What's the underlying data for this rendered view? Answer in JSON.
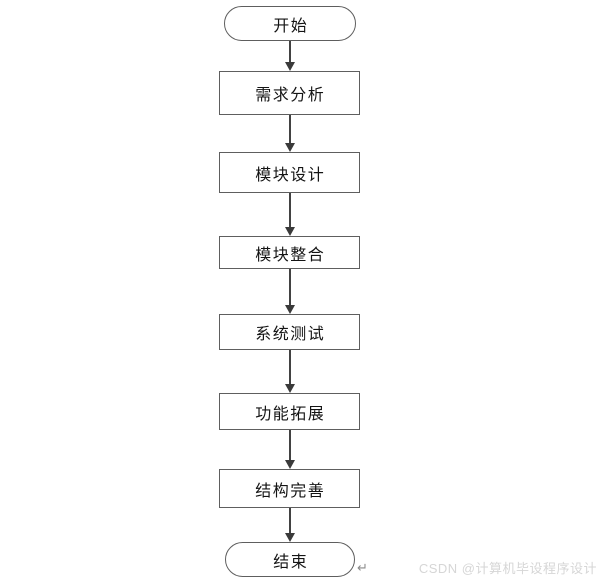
{
  "flowchart": {
    "title": "development-process-flowchart",
    "nodes": [
      {
        "id": "start",
        "type": "terminator",
        "label": "开始"
      },
      {
        "id": "requirements-analysis",
        "type": "process",
        "label": "需求分析"
      },
      {
        "id": "module-design",
        "type": "process",
        "label": "模块设计"
      },
      {
        "id": "module-integration",
        "type": "process",
        "label": "模块整合"
      },
      {
        "id": "system-testing",
        "type": "process",
        "label": "系统测试"
      },
      {
        "id": "feature-expansion",
        "type": "process",
        "label": "功能拓展"
      },
      {
        "id": "structure-refinement",
        "type": "process",
        "label": "结构完善"
      },
      {
        "id": "end",
        "type": "terminator",
        "label": "结束"
      }
    ],
    "colors": {
      "background": "#ffffff",
      "node_fill": "#ffffff",
      "node_border": "#5e5e5e",
      "connector_line": "#424242",
      "arrowhead": "#3a3a3a",
      "text": "#141414"
    }
  },
  "annotations": {
    "return_mark": "↵"
  },
  "watermark": {
    "text": "CSDN @计算机毕设程序设计",
    "color": "#d6d6d6"
  }
}
